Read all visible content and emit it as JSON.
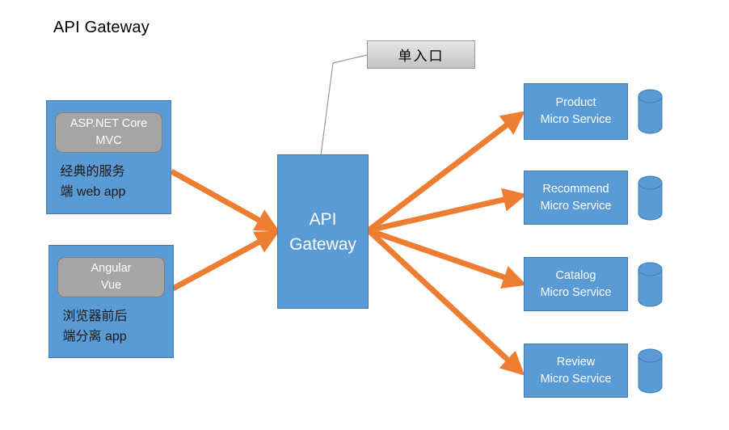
{
  "diagram": {
    "title": "API Gateway",
    "colors": {
      "node_blue": "#5B9BD5",
      "node_blue_border": "#3E7CB4",
      "chip_gray": "#A5A5A5",
      "arrow_orange": "#ED7D31",
      "callout_gray": "#D3D3D3",
      "connector_gray": "#9A9A9A"
    },
    "clients": [
      {
        "id": "aspnet-mvc-client",
        "tech_line1": "ASP.NET Core",
        "tech_line2": "MVC",
        "desc_line1": "经典的服务",
        "desc_line2": "端 web app"
      },
      {
        "id": "spa-client",
        "tech_line1": "Angular",
        "tech_line2": "Vue",
        "desc_line1": "浏览器前后",
        "desc_line2": "端分离 app"
      }
    ],
    "gateway": {
      "line1": "API",
      "line2": "Gateway"
    },
    "callout": {
      "label": "单入口"
    },
    "services": [
      {
        "id": "product-service",
        "name": "Product",
        "kind": "Micro Service"
      },
      {
        "id": "recommend-service",
        "name": "Recommend",
        "kind": "Micro Service"
      },
      {
        "id": "catalog-service",
        "name": "Catalog",
        "kind": "Micro Service"
      },
      {
        "id": "review-service",
        "name": "Review",
        "kind": "Micro Service"
      }
    ],
    "databases": [
      {
        "id": "product-db",
        "label": "database-cylinder"
      },
      {
        "id": "recommend-db",
        "label": "database-cylinder"
      },
      {
        "id": "catalog-db",
        "label": "database-cylinder"
      },
      {
        "id": "review-db",
        "label": "database-cylinder"
      }
    ]
  }
}
